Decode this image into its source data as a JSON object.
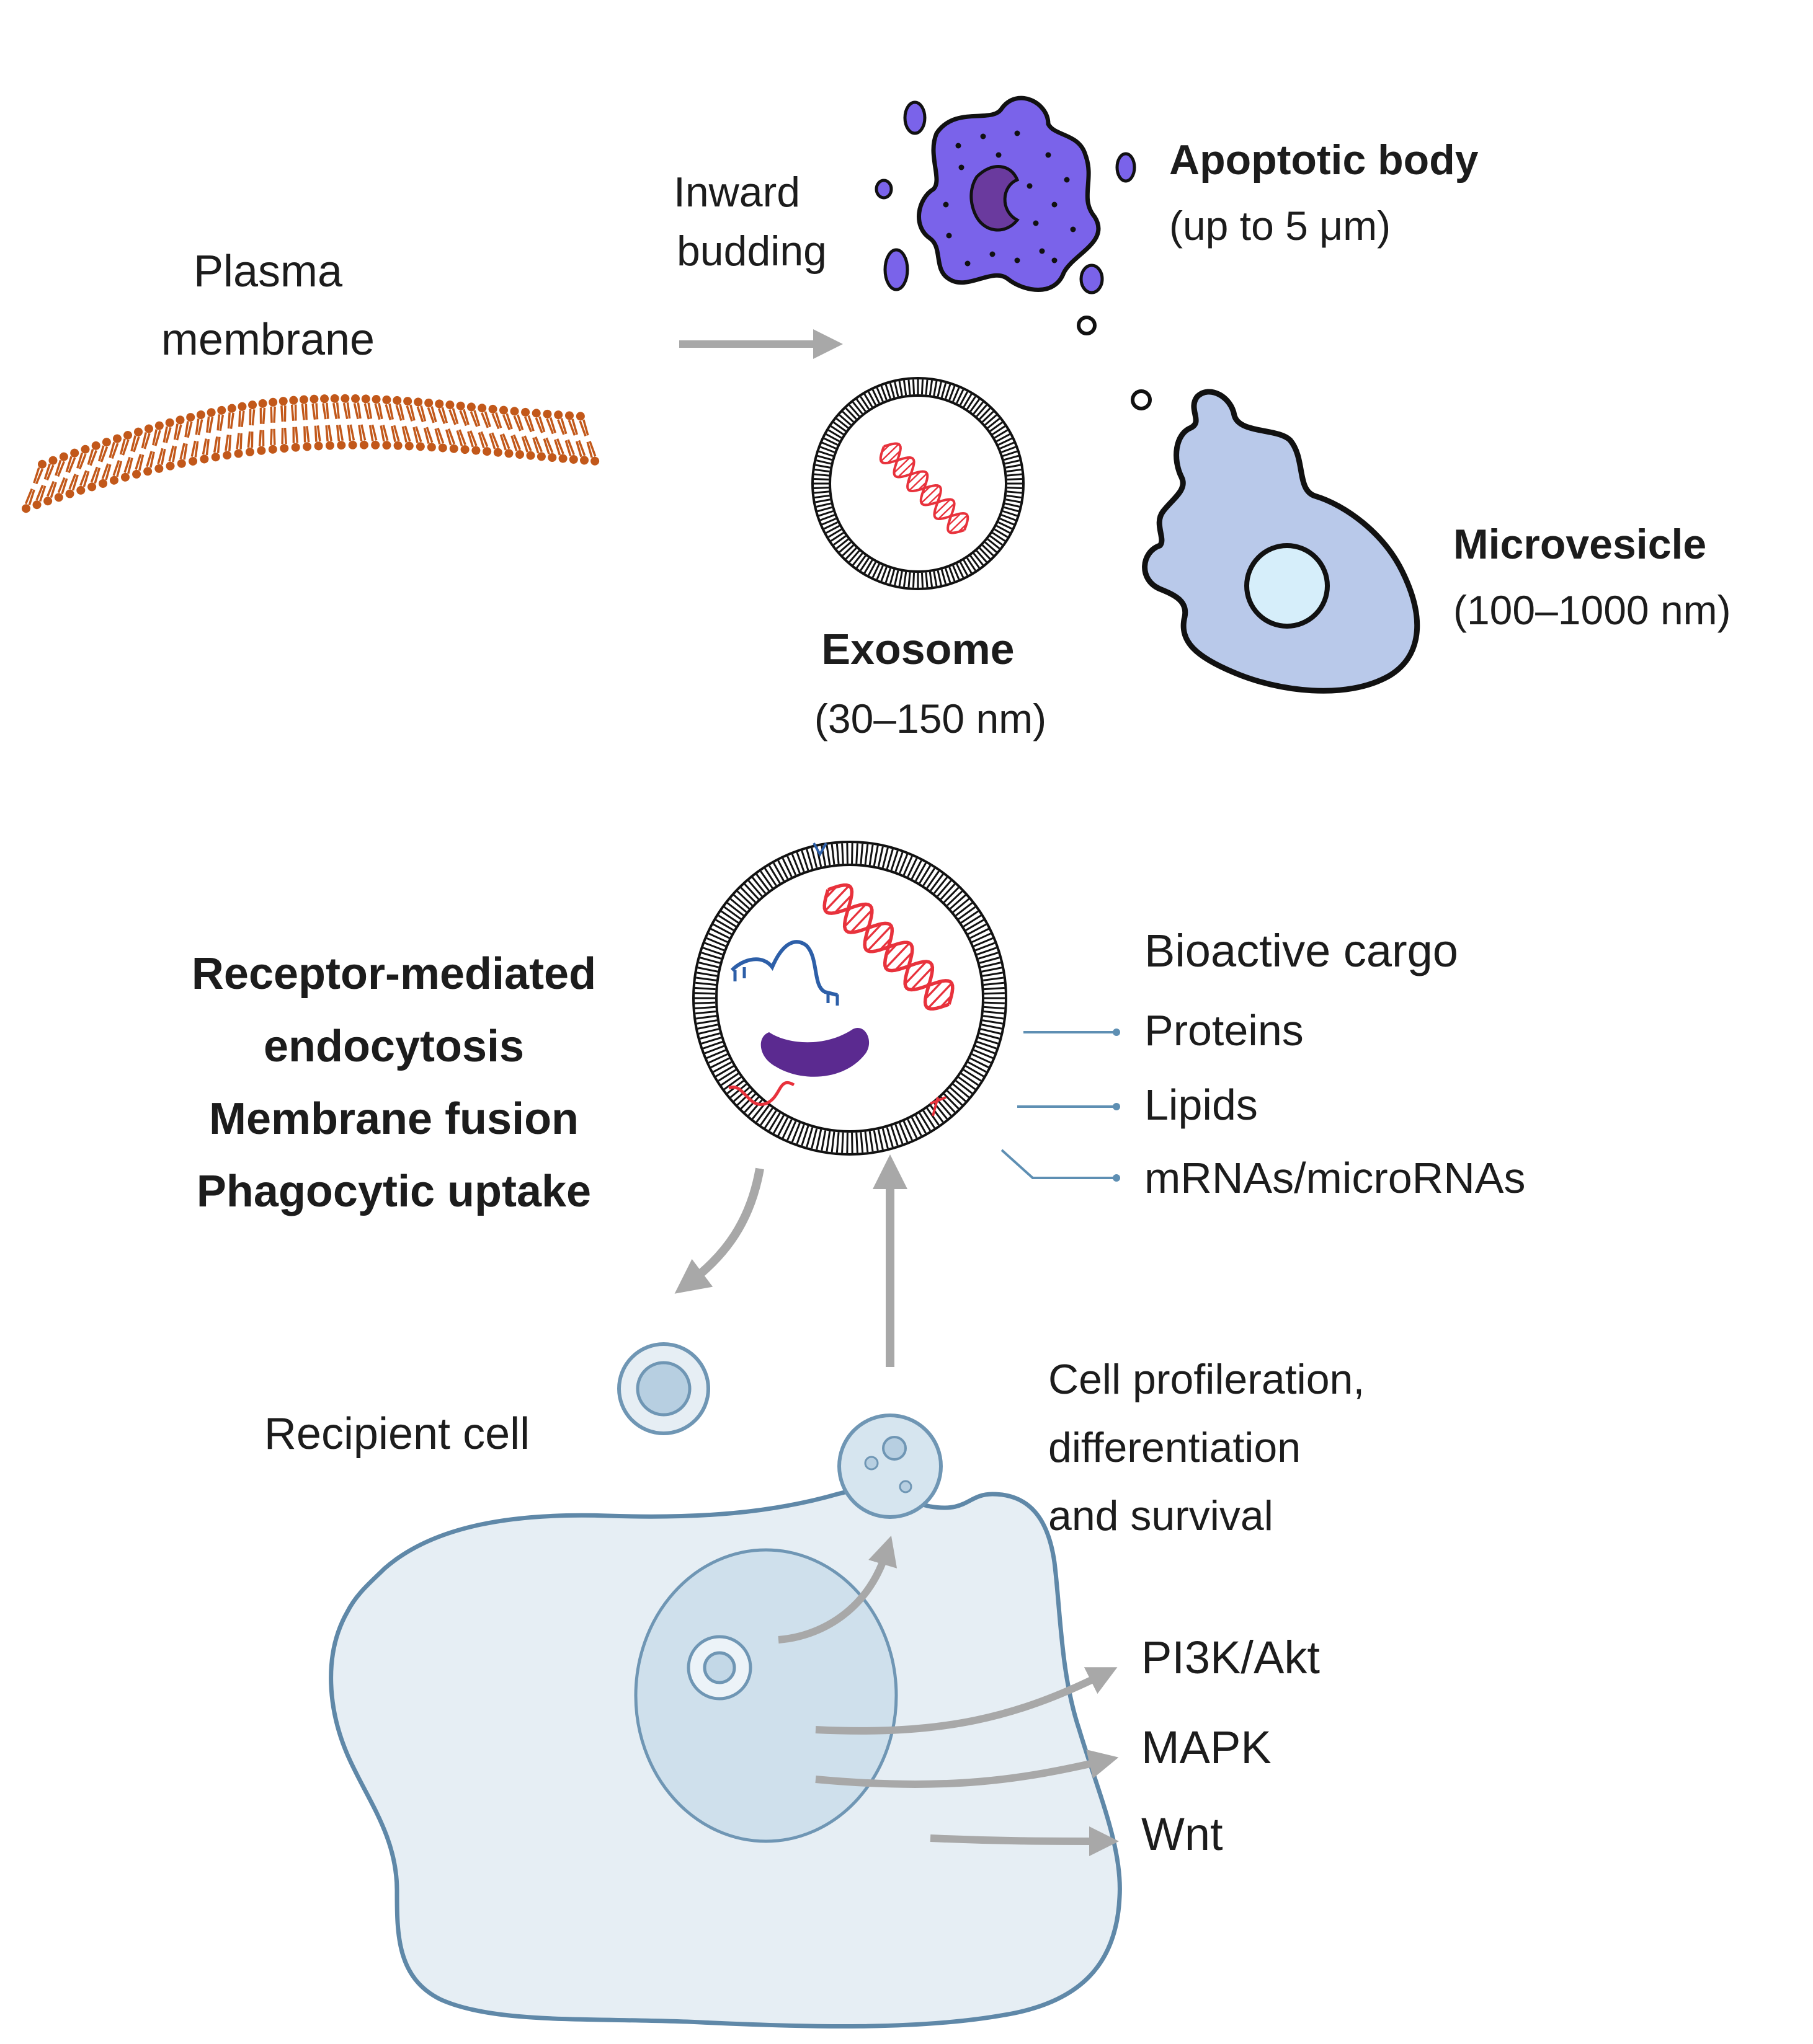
{
  "formation": {
    "plasma_membrane_label": [
      "Plasma",
      "membrane"
    ],
    "inward_budding_label": [
      "Inward",
      "budding"
    ],
    "apoptotic_body": {
      "name": "Apoptotic body",
      "size": "(up to 5 μm)"
    },
    "exosome": {
      "name": "Exosome",
      "size": "(30–150 nm)"
    },
    "microvesicle": {
      "name": "Microvesicle",
      "size": "(100–1000 nm)"
    }
  },
  "uptake": {
    "mechanisms": [
      "Receptor-mediated",
      "endocytosis",
      "Membrane fusion",
      "Phagocytic uptake"
    ],
    "cargo_title": "Bioactive cargo",
    "cargo_items": [
      "Proteins",
      "Lipids",
      "mRNAs/microRNAs"
    ],
    "recipient_cell_label": "Recipient cell",
    "outcome_label": [
      "Cell profileration,",
      "differentiation",
      "and survival"
    ],
    "pathways": [
      "PI3K/Akt",
      "MAPK",
      "Wnt"
    ]
  },
  "colors": {
    "membrane_orange": "#c2581a",
    "apoptotic_purple": "#7a63ea",
    "apoptotic_nucleus": "#6a3a9e",
    "microvesicle_fill": "#b9c9ea",
    "microvesicle_nucleus": "#d6eefa",
    "dna_red": "#e8323c",
    "rna_blue": "#2d5fa8",
    "protein_purple": "#5b2a90",
    "cargo_line": "#5e8fb3",
    "arrow_gray": "#a8a8a8",
    "cell_fill": "#e6eef4",
    "cell_stroke": "#5f88a8",
    "nucleus_fill": "#cfe0ec"
  },
  "icons": [
    "plasma-membrane-bilayer",
    "apoptotic-body-blob",
    "exosome-vesicle",
    "microvesicle-cell",
    "recipient-cell"
  ]
}
